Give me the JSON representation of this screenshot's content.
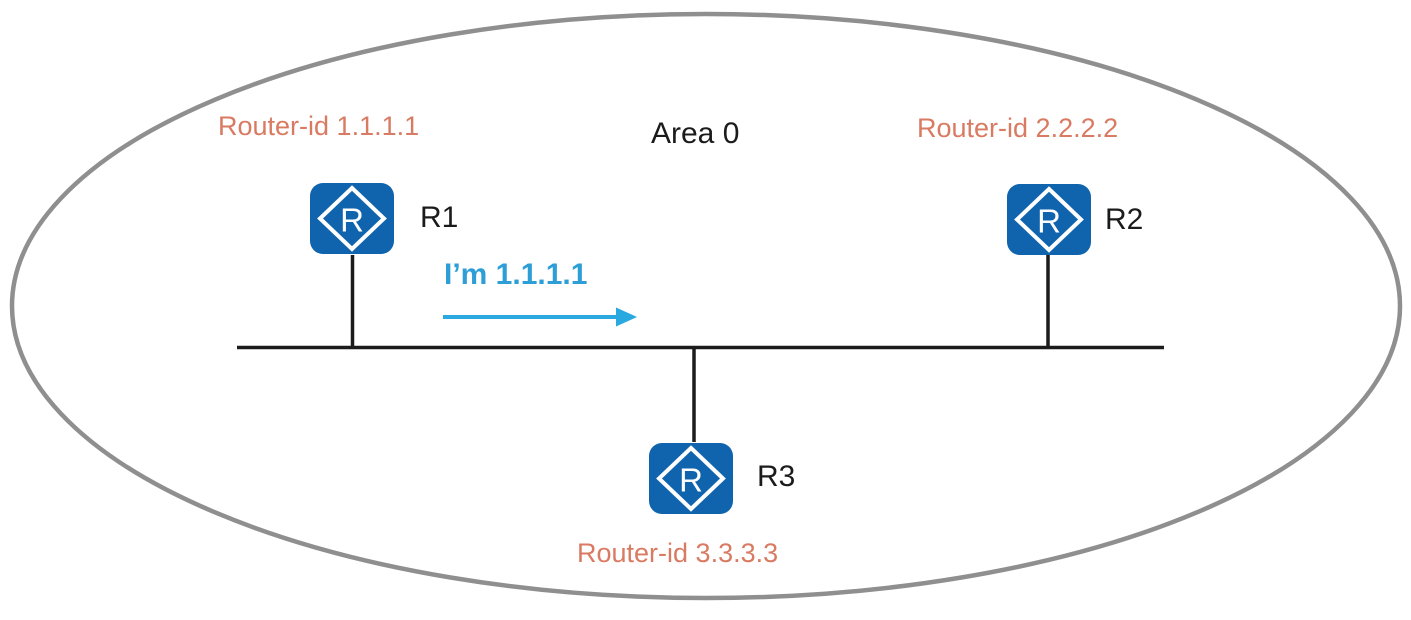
{
  "diagram": {
    "area_label": "Area 0",
    "message": {
      "text": "I’m 1.1.1.1"
    },
    "routers": [
      {
        "name": "R1",
        "router_id_label": "Router-id 1.1.1.1",
        "icon": "router-icon",
        "icon_letter": "R"
      },
      {
        "name": "R2",
        "router_id_label": "Router-id 2.2.2.2",
        "icon": "router-icon",
        "icon_letter": "R"
      },
      {
        "name": "R3",
        "router_id_label": "Router-id 3.3.3.3",
        "icon": "router-icon",
        "icon_letter": "R"
      }
    ],
    "colors": {
      "router_fill": "#1063ad",
      "router_id_text": "#d97a62",
      "message_text": "#2d9fd6",
      "arrow": "#2aa9e0",
      "area_outline": "#8f8f8f",
      "link_line": "#1c1c1c"
    }
  }
}
